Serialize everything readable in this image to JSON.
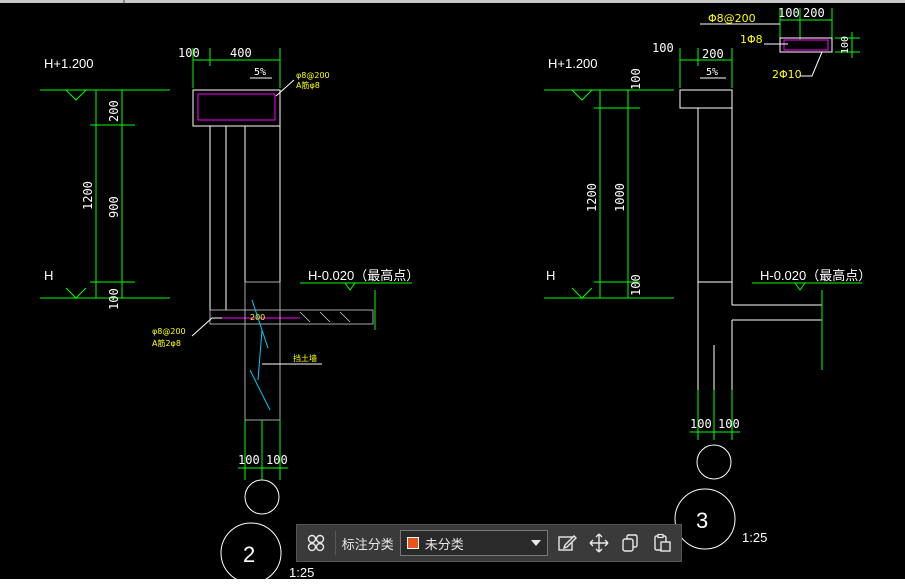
{
  "drawing": {
    "left": {
      "dims_top": [
        "100",
        "400"
      ],
      "slope": "5%",
      "rebar_note_1": "φ8@200",
      "rebar_note_2": "A筋φ8",
      "elev_top": "H+1.200",
      "elev_mid": "H",
      "elev_right": "H-0.020（最高点）",
      "vdim_total": "1200",
      "vdim_segments": [
        "200",
        "900",
        "100"
      ],
      "slab_note_1": "φ8@200",
      "slab_note_2": "A筋2φ8",
      "slab_small": "200",
      "wall_note": "挡土墙",
      "dims_bottom": [
        "100",
        "100"
      ],
      "detail_number": "2",
      "scale": "1:25"
    },
    "right": {
      "dims_top": [
        "100",
        "200"
      ],
      "dims_top_small": [
        "100",
        "200"
      ],
      "slope": "5%",
      "rebar_note_1": "Φ8@200",
      "rebar_note_2": "1Φ8",
      "rebar_note_3": "2Φ10",
      "small_v": "100",
      "elev_top": "H+1.200",
      "elev_mid": "H",
      "elev_right": "H-0.020（最高点）",
      "vdim_total": "1200",
      "vdim_segments": [
        "100",
        "1000",
        "100"
      ],
      "dims_bottom": [
        "100",
        "100"
      ],
      "detail_number": "3",
      "scale": "1:25"
    }
  },
  "toolbar": {
    "icons": [
      "grid-layout-icon",
      "edit-icon",
      "move-icon",
      "copy-icon",
      "paste-icon"
    ],
    "category_label": "标注分类",
    "category_value": "未分类",
    "category_swatch": "#e8541a"
  }
}
